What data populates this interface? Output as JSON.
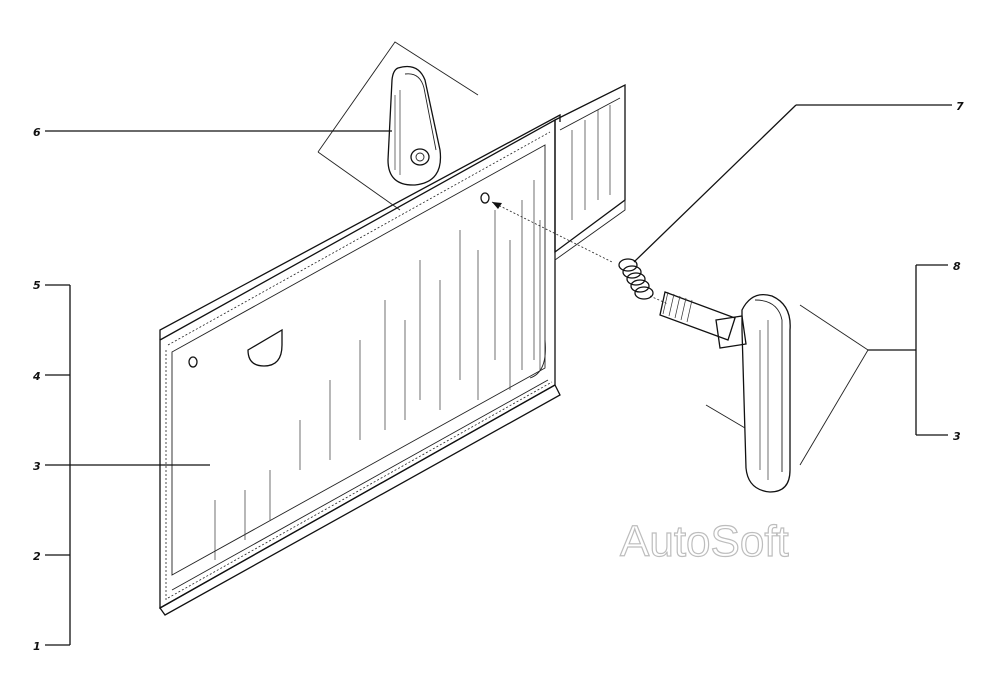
{
  "callouts": {
    "c1": "1",
    "c2": "2",
    "c3_left": "3",
    "c4": "4",
    "c5": "5",
    "c6": "6",
    "c7": "7",
    "c8": "8",
    "c3_right": "3"
  },
  "watermark": "AutoSoft"
}
